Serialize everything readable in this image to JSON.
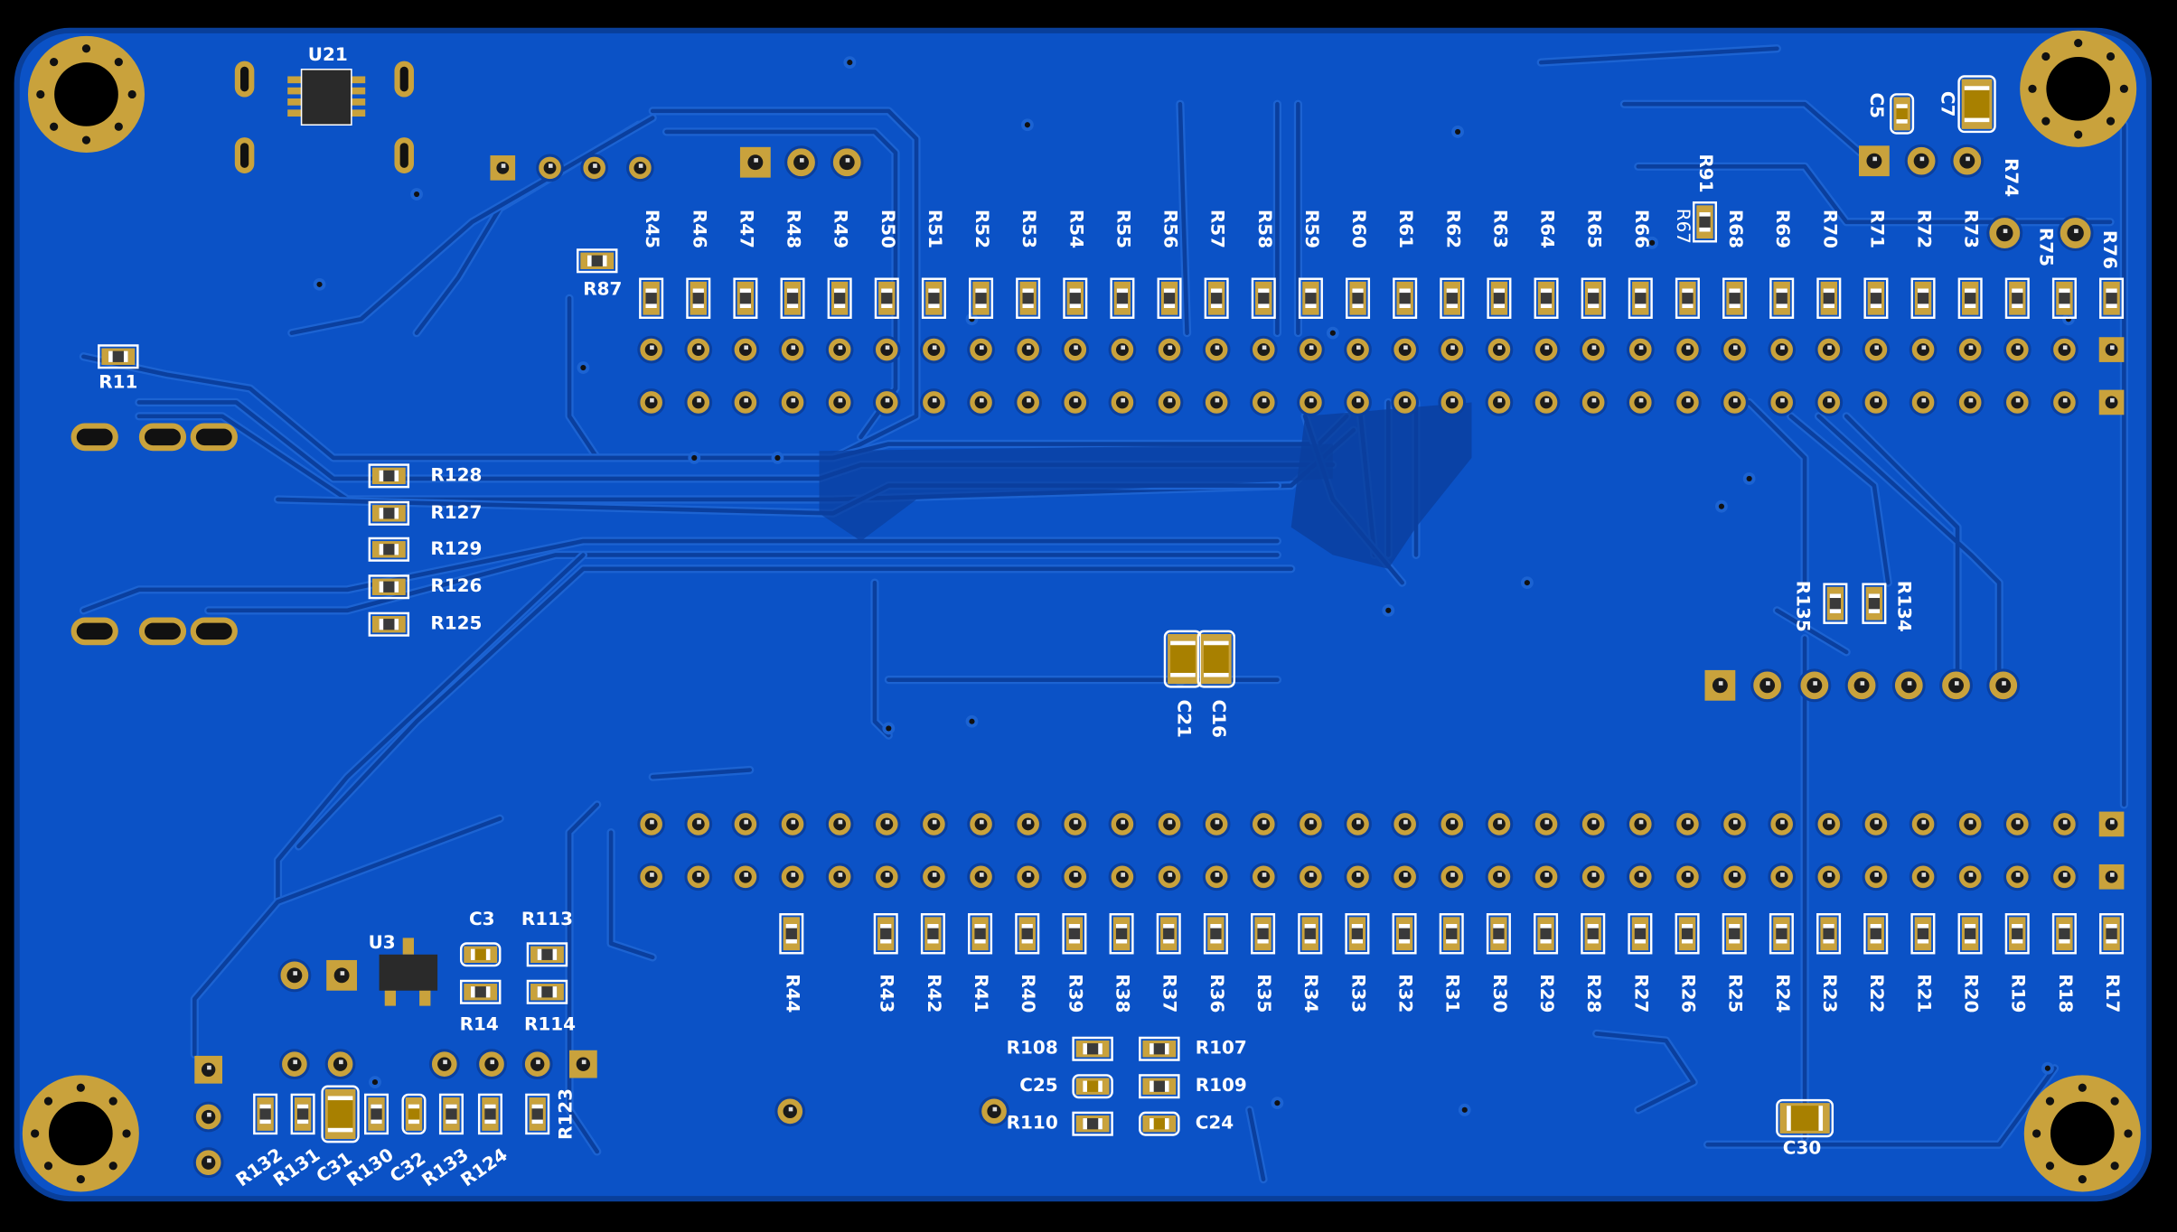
{
  "colors": {
    "board": "#0b52c6",
    "trace": "#0a3f9e",
    "pad": "#c9a23c",
    "silkscreen": "#ffffff",
    "background": "#000000"
  },
  "ics": {
    "u21": "U21",
    "u3": "U3"
  },
  "top_resistors": [
    "R45",
    "R46",
    "R47",
    "R48",
    "R49",
    "R50",
    "R51",
    "R52",
    "R53",
    "R54",
    "R55",
    "R56",
    "R57",
    "R58",
    "R59",
    "R60",
    "R61",
    "R62",
    "R63",
    "R64",
    "R65",
    "R66",
    "R67",
    "R68",
    "R69",
    "R70",
    "R71",
    "R72",
    "R73",
    "R74",
    "R75",
    "R76"
  ],
  "bottom_resistors": [
    "R44",
    "R43",
    "R42",
    "R41",
    "R40",
    "R39",
    "R38",
    "R37",
    "R36",
    "R35",
    "R34",
    "R33",
    "R32",
    "R31",
    "R30",
    "R29",
    "R28",
    "R27",
    "R26",
    "R25",
    "R24",
    "R23",
    "R22",
    "R21",
    "R20",
    "R19",
    "R18",
    "R17"
  ],
  "left_resistors": [
    "R128",
    "R127",
    "R129",
    "R126",
    "R125"
  ],
  "misc": {
    "r87": "R87",
    "r11": "R11",
    "r91": "R91",
    "c5": "C5",
    "c7": "C7",
    "r135": "R135",
    "r134": "R134",
    "c21": "C21",
    "c16": "C16",
    "c3": "C3",
    "r113": "R113",
    "r14": "R14",
    "r114": "R114",
    "r108": "R108",
    "r107": "R107",
    "c25": "C25",
    "r109": "R109",
    "r110": "R110",
    "c24": "C24",
    "c30": "C30",
    "r123": "R123"
  },
  "bottom_left_row": [
    "R132",
    "R131",
    "C31",
    "R130",
    "C32",
    "R133",
    "R124"
  ]
}
